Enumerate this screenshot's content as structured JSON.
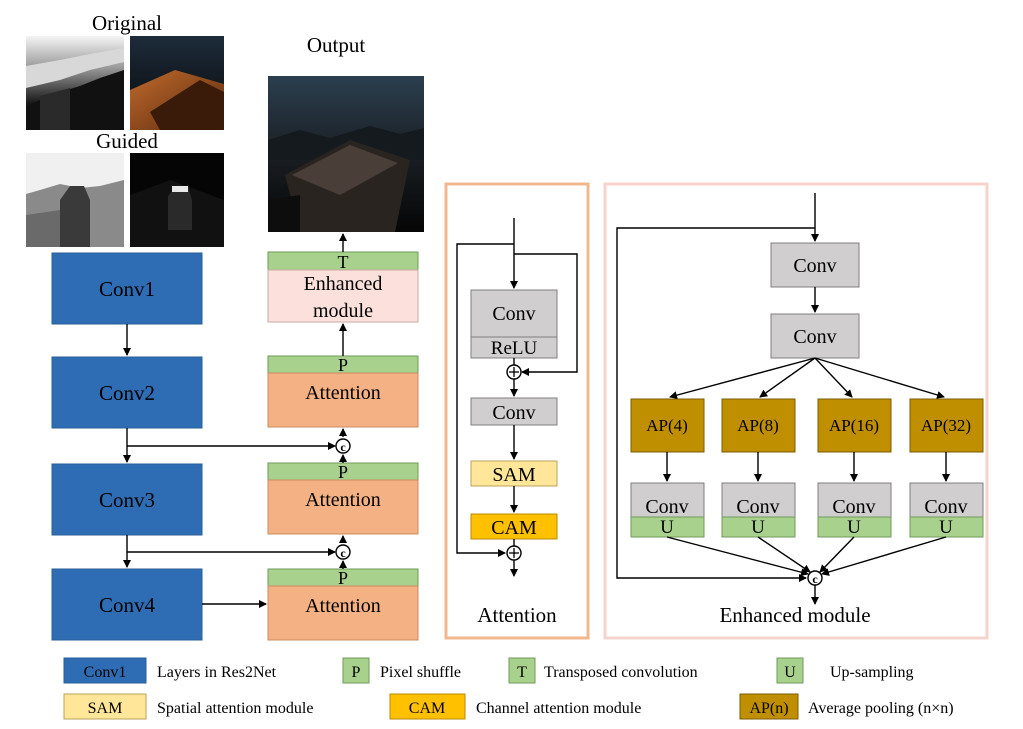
{
  "images": {
    "original_label": "Original",
    "guided_label": "Guided",
    "output_label": "Output"
  },
  "encoder": [
    "Conv1",
    "Conv2",
    "Conv3",
    "Conv4"
  ],
  "decoder": {
    "transposed_label": "T",
    "enhanced_line1": "Enhanced",
    "enhanced_line2": "module",
    "pixel_shuffle_label": "P",
    "attention_label": "Attention",
    "concat_symbol": "c"
  },
  "attention_panel": {
    "conv_label": "Conv",
    "relu_label": "ReLU",
    "conv2_label": "Conv",
    "sam_label": "SAM",
    "cam_label": "CAM",
    "title": "Attention"
  },
  "enhanced_panel": {
    "conv1_label": "Conv",
    "conv2_label": "Conv",
    "pools": [
      "AP(4)",
      "AP(8)",
      "AP(16)",
      "AP(32)"
    ],
    "branch_conv_label": "Conv",
    "branch_up_label": "U",
    "title": "Enhanced module"
  },
  "legend": {
    "conv1_box": "Conv1",
    "conv1_desc": "Layers in Res2Net",
    "p_box": "P",
    "p_desc": "Pixel shuffle",
    "t_box": "T",
    "t_desc": "Transposed convolution",
    "u_box": "U",
    "u_desc": "Up-sampling",
    "sam_box": "SAM",
    "sam_desc": "Spatial attention module",
    "cam_box": "CAM",
    "cam_desc": "Channel attention module",
    "ap_box": "AP(n)",
    "ap_desc": "Average pooling (n×n)"
  },
  "colors": {
    "conv_blue": "#2E6DB4",
    "attention_orange": "#F4B183",
    "green": "#A9D18E",
    "enhanced_pink": "#FBE0DC",
    "gray": "#D0CECE",
    "sam_yellow": "#FFE699",
    "cam_orange": "#FFC000",
    "ap_brown": "#BF8F00",
    "attention_panel_border": "#F0B88C",
    "enhanced_panel_border": "#F6D4CC"
  }
}
